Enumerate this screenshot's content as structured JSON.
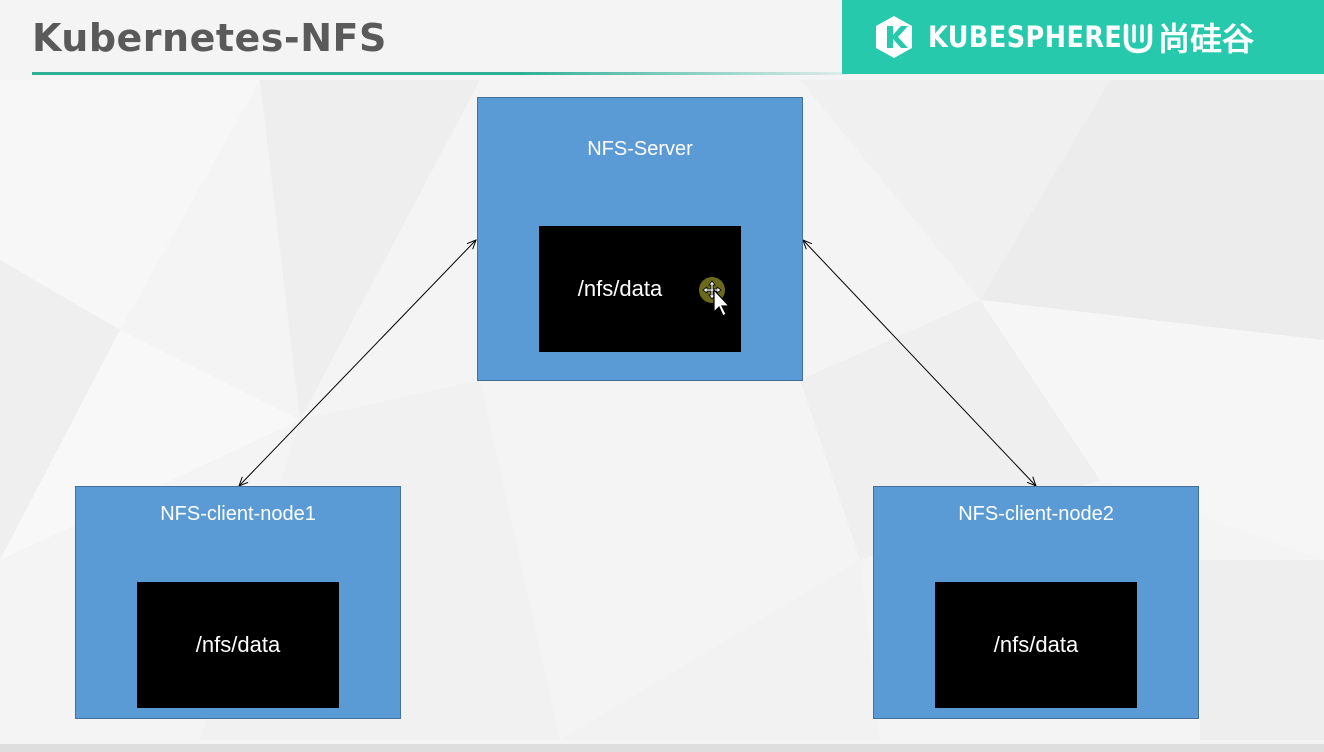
{
  "slide": {
    "title": "Kubernetes-NFS"
  },
  "brand": {
    "kubesphere_icon": "kubesphere-logo-icon",
    "kubesphere_text": "KUBESPHERE",
    "atguigu_icon": "atguigu-u-logo-icon",
    "atguigu_text": "尚硅谷",
    "bar_color": "#27c9ad"
  },
  "diagram": {
    "node_color": "#5b9bd5",
    "directory_color": "#000000",
    "server": {
      "label": "NFS-Server",
      "directory": "/nfs/data"
    },
    "clients": [
      {
        "label": "NFS-client-node1",
        "directory": "/nfs/data"
      },
      {
        "label": "NFS-client-node2",
        "directory": "/nfs/data"
      }
    ],
    "connections": [
      {
        "from": "NFS-Server",
        "to": "NFS-client-node1",
        "arrowheads": "both"
      },
      {
        "from": "NFS-Server",
        "to": "NFS-client-node2",
        "arrowheads": "both"
      }
    ]
  },
  "overlay": {
    "cursor_icon": "move-cursor-icon"
  }
}
